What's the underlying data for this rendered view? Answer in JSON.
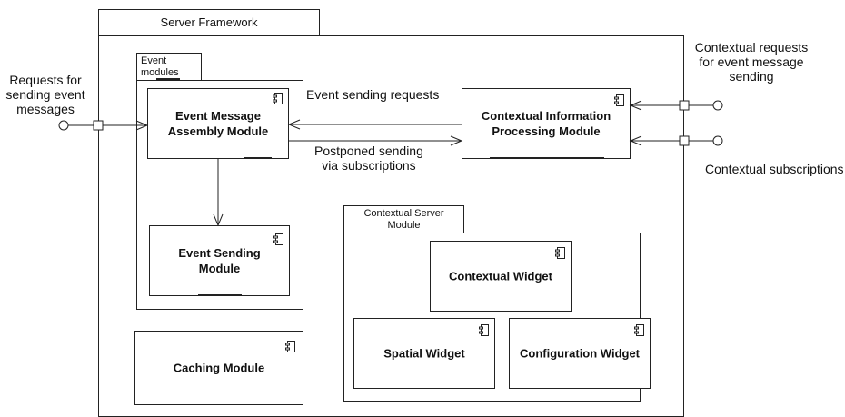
{
  "framework": {
    "title": "Server Framework"
  },
  "event_modules": {
    "title": "Event\nmodules"
  },
  "contextual_server_module": {
    "title": "Contextual Server\nModule"
  },
  "modules": {
    "event_message_assembly": "Event Message\nAssembly Module",
    "event_sending": "Event Sending\nModule",
    "caching": "Caching Module",
    "contextual_information_processing": "Contextual Information\nProcessing Module",
    "contextual_widget": "Contextual Widget",
    "spatial_widget": "Spatial Widget",
    "configuration_widget": "Configuration Widget"
  },
  "labels": {
    "requests_for_sending": "Requests for\nsending event\nmessages",
    "event_sending_requests": "Event sending requests",
    "postponed_sending": "Postponed sending\nvia subscriptions",
    "contextual_requests": "Contextual requests\nfor event message\nsending",
    "contextual_subscriptions": "Contextual subscriptions"
  },
  "icons": {
    "component": "component-icon"
  }
}
